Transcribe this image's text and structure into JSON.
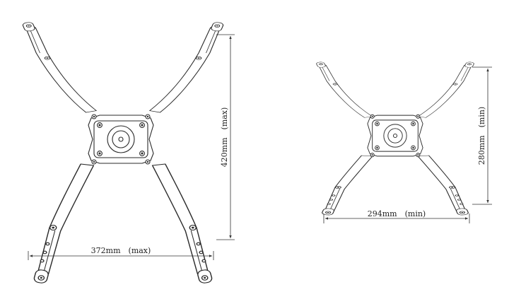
{
  "diagrams": {
    "max": {
      "width_label": "372mm　(max)",
      "height_label": "420mm　(max)"
    },
    "min": {
      "width_label": "294mm　(min)",
      "height_label": "280mm　(min)"
    }
  }
}
